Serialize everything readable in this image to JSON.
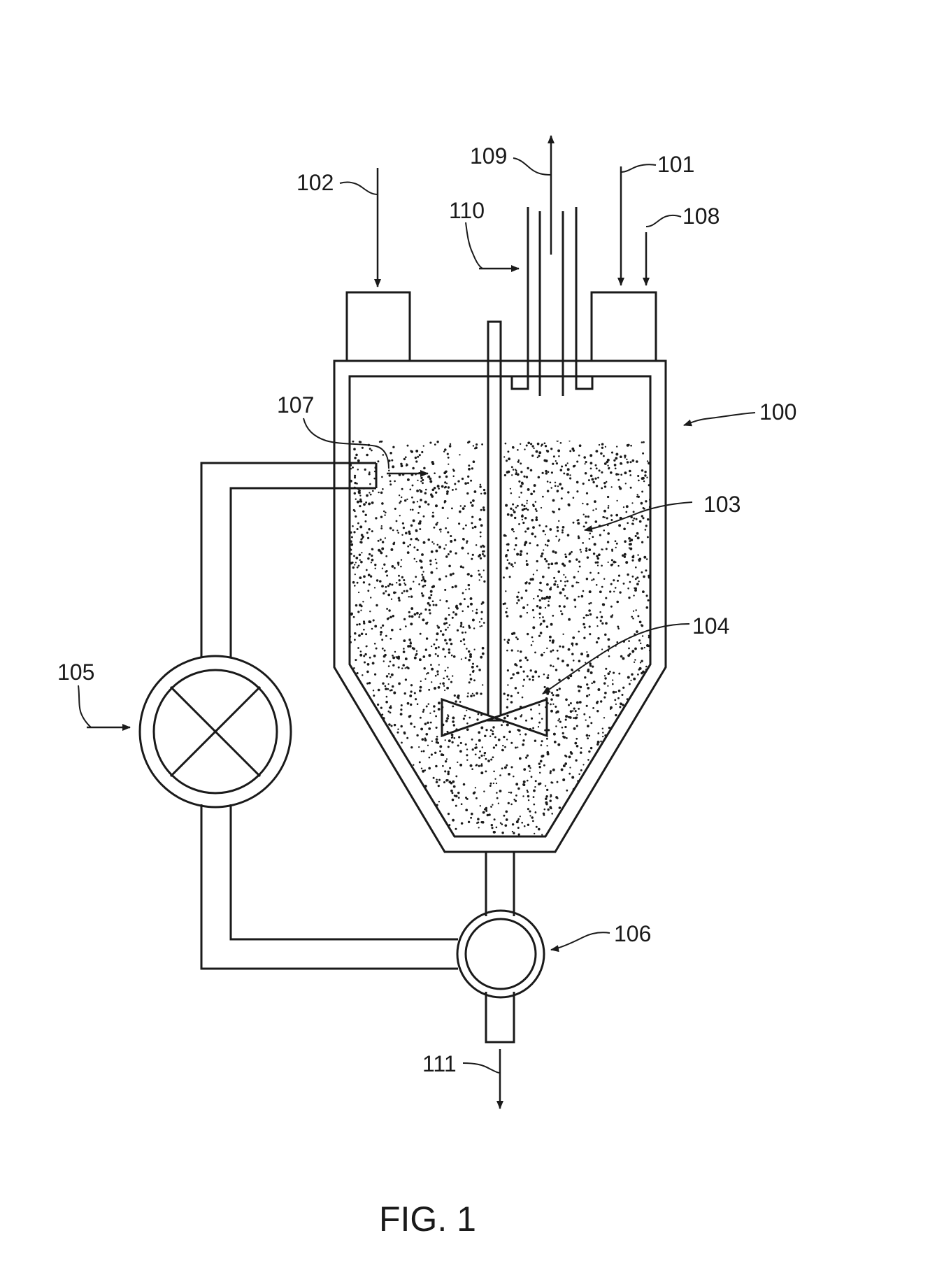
{
  "figure": {
    "caption": "FIG. 1",
    "labels": {
      "l100": "100",
      "l101": "101",
      "l102": "102",
      "l103": "103",
      "l104": "104",
      "l105": "105",
      "l106": "106",
      "l107": "107",
      "l108": "108",
      "l109": "109",
      "l110": "110",
      "l111": "111"
    }
  },
  "colors": {
    "line": "#1a1a1a",
    "background": "#ffffff"
  }
}
